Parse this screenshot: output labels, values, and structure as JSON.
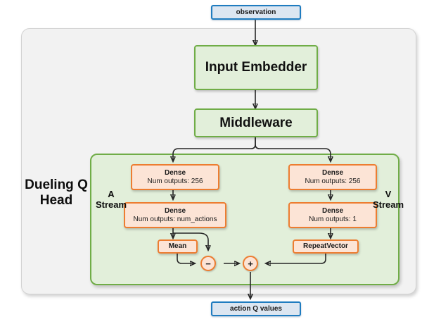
{
  "diagram": {
    "title_label": "Dueling Q Head",
    "stream_a_label": "A\nStream",
    "stream_v_label": "V\nStream",
    "colors": {
      "io_border": "#1f7cc0",
      "io_fill": "#dce6f1",
      "module_border": "#70ad47",
      "module_fill": "#e2efda",
      "layer_border": "#ed7d31",
      "layer_fill": "#fce4d6",
      "panel_fill": "#f2f2f2",
      "arrow": "#262626"
    }
  },
  "nodes": {
    "observation": {
      "label": "observation"
    },
    "input_embedder": {
      "label": "Input Embedder"
    },
    "middleware": {
      "label": "Middleware"
    },
    "a_dense_1": {
      "title": "Dense",
      "subtitle": "Num outputs: 256"
    },
    "a_dense_2": {
      "title": "Dense",
      "subtitle": "Num outputs: num_actions"
    },
    "v_dense_1": {
      "title": "Dense",
      "subtitle": "Num outputs: 256"
    },
    "v_dense_2": {
      "title": "Dense",
      "subtitle": "Num outputs: 1"
    },
    "mean": {
      "title": "Mean"
    },
    "repeat_vector": {
      "title": "RepeatVector"
    },
    "subtract_op": {
      "symbol": "−"
    },
    "add_op": {
      "symbol": "+"
    },
    "output": {
      "label": "action Q values"
    }
  }
}
